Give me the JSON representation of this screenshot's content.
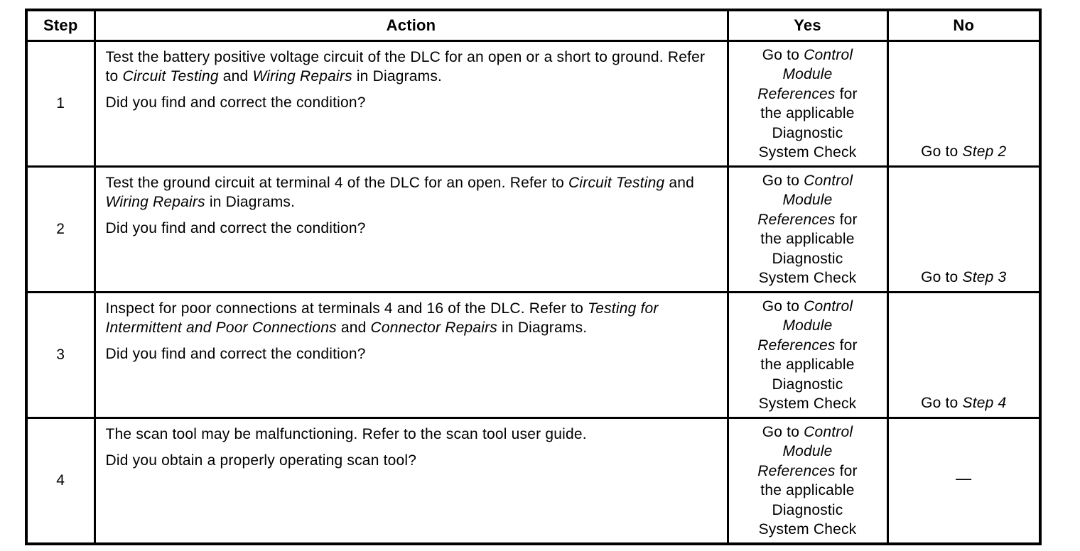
{
  "colors": {
    "background": "#ffffff",
    "text": "#000000",
    "border": "#000000"
  },
  "table": {
    "headers": [
      "Step",
      "Action",
      "Yes",
      "No"
    ],
    "rows": [
      {
        "step": "1",
        "action": [
          [
            {
              "t": "Test the battery positive voltage circuit of the DLC for an open or a short to ground. Refer to "
            },
            {
              "t": "Circuit Testing",
              "i": true
            },
            {
              "t": " and "
            },
            {
              "t": "Wiring Repairs",
              "i": true
            },
            {
              "t": " in Diagrams."
            }
          ],
          [
            {
              "t": "Did you find and correct the condition?"
            }
          ]
        ],
        "yes": [
          [
            {
              "t": "Go to "
            },
            {
              "t": "Control",
              "i": true
            }
          ],
          [
            {
              "t": "Module",
              "i": true
            }
          ],
          [
            {
              "t": "References",
              "i": true
            },
            {
              "t": " for"
            }
          ],
          [
            {
              "t": "the applicable"
            }
          ],
          [
            {
              "t": "Diagnostic"
            }
          ],
          [
            {
              "t": "System Check"
            }
          ]
        ],
        "no": [
          {
            "t": "Go to "
          },
          {
            "t": "Step 2",
            "i": true
          }
        ]
      },
      {
        "step": "2",
        "action": [
          [
            {
              "t": "Test the ground circuit at terminal 4 of the DLC for an open. Refer to "
            },
            {
              "t": "Circuit Testing",
              "i": true
            },
            {
              "t": " and "
            },
            {
              "t": "Wiring Repairs",
              "i": true
            },
            {
              "t": " in Diagrams."
            }
          ],
          [
            {
              "t": "Did you find and correct the condition?"
            }
          ]
        ],
        "yes": [
          [
            {
              "t": "Go to "
            },
            {
              "t": "Control",
              "i": true
            }
          ],
          [
            {
              "t": "Module",
              "i": true
            }
          ],
          [
            {
              "t": "References",
              "i": true
            },
            {
              "t": " for"
            }
          ],
          [
            {
              "t": "the applicable"
            }
          ],
          [
            {
              "t": "Diagnostic"
            }
          ],
          [
            {
              "t": "System Check"
            }
          ]
        ],
        "no": [
          {
            "t": "Go to "
          },
          {
            "t": "Step 3",
            "i": true
          }
        ]
      },
      {
        "step": "3",
        "action": [
          [
            {
              "t": "Inspect for poor connections at terminals 4 and 16 of the DLC. Refer to "
            },
            {
              "t": "Testing for Intermittent and Poor Connections",
              "i": true
            },
            {
              "t": " and "
            },
            {
              "t": "Connector Repairs",
              "i": true
            },
            {
              "t": " in Diagrams."
            }
          ],
          [
            {
              "t": "Did you find and correct the condition?"
            }
          ]
        ],
        "yes": [
          [
            {
              "t": "Go to "
            },
            {
              "t": "Control",
              "i": true
            }
          ],
          [
            {
              "t": "Module",
              "i": true
            }
          ],
          [
            {
              "t": "References",
              "i": true
            },
            {
              "t": " for"
            }
          ],
          [
            {
              "t": "the applicable"
            }
          ],
          [
            {
              "t": "Diagnostic"
            }
          ],
          [
            {
              "t": "System Check"
            }
          ]
        ],
        "no": [
          {
            "t": "Go to "
          },
          {
            "t": "Step 4",
            "i": true
          }
        ]
      },
      {
        "step": "4",
        "action": [
          [
            {
              "t": "The scan tool may be malfunctioning. Refer to the scan tool user guide."
            }
          ],
          [
            {
              "t": "Did you obtain a properly operating scan tool?"
            }
          ]
        ],
        "yes": [
          [
            {
              "t": "Go to "
            },
            {
              "t": "Control",
              "i": true
            }
          ],
          [
            {
              "t": "Module",
              "i": true
            }
          ],
          [
            {
              "t": "References",
              "i": true
            },
            {
              "t": " for"
            }
          ],
          [
            {
              "t": "the applicable"
            }
          ],
          [
            {
              "t": "Diagnostic"
            }
          ],
          [
            {
              "t": "System Check"
            }
          ]
        ],
        "no": [
          {
            "t": "—"
          }
        ]
      }
    ]
  }
}
